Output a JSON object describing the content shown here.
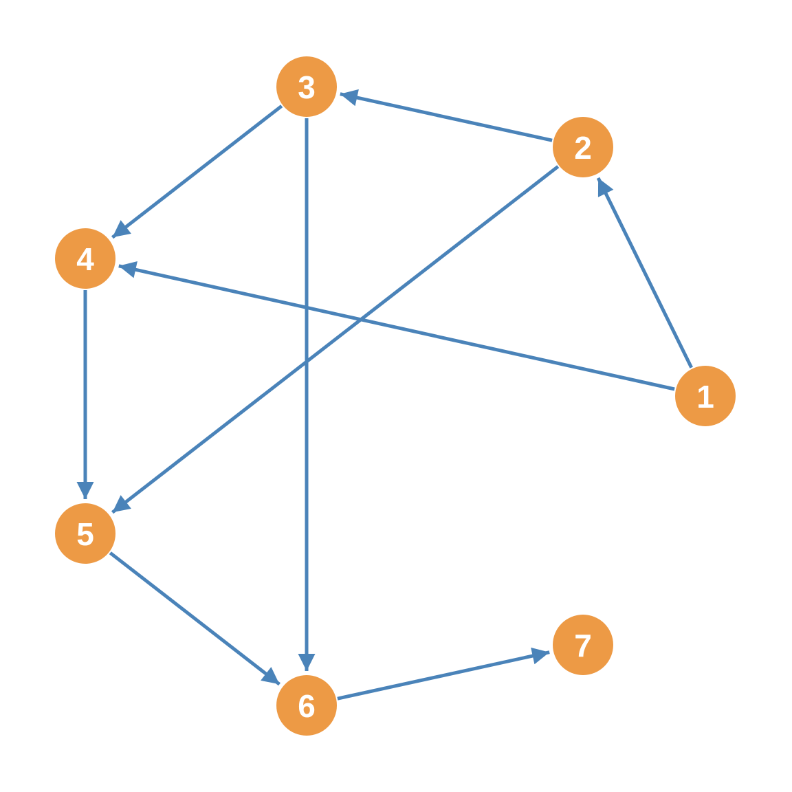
{
  "colors": {
    "node_fill": "#ED9A45",
    "edge": "#4A83B9",
    "label": "#FFFFFF"
  },
  "nodes": [
    {
      "id": "1",
      "label": "1"
    },
    {
      "id": "2",
      "label": "2"
    },
    {
      "id": "3",
      "label": "3"
    },
    {
      "id": "4",
      "label": "4"
    },
    {
      "id": "5",
      "label": "5"
    },
    {
      "id": "6",
      "label": "6"
    },
    {
      "id": "7",
      "label": "7"
    }
  ],
  "edges": [
    {
      "from": "1",
      "to": "2"
    },
    {
      "from": "1",
      "to": "4"
    },
    {
      "from": "2",
      "to": "3"
    },
    {
      "from": "2",
      "to": "5"
    },
    {
      "from": "3",
      "to": "4"
    },
    {
      "from": "3",
      "to": "6"
    },
    {
      "from": "4",
      "to": "5"
    },
    {
      "from": "5",
      "to": "6"
    },
    {
      "from": "6",
      "to": "7"
    }
  ]
}
